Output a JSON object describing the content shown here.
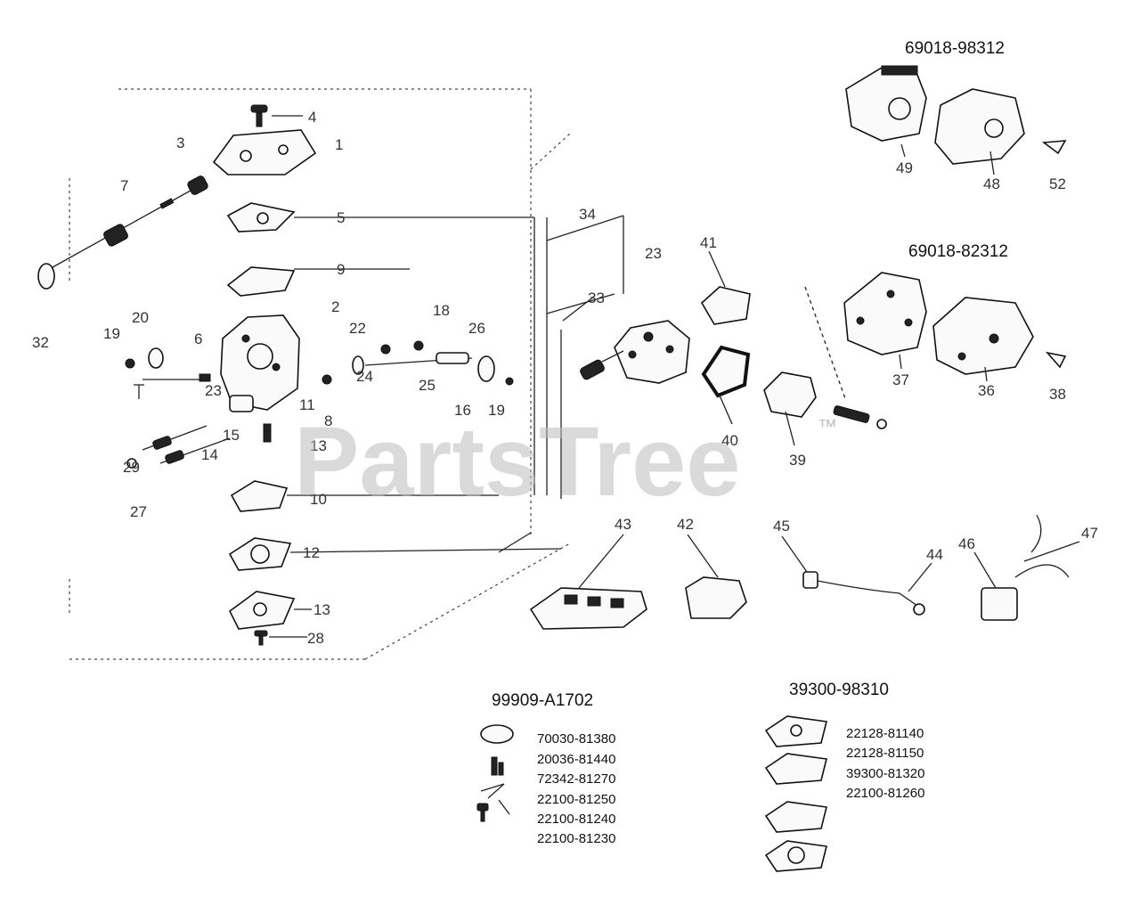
{
  "watermark": "PartsTree",
  "watermark_mark": "™",
  "kit_headers": {
    "upper_carb_kit": "69018-98312",
    "lower_carb_kit": "69018-82312",
    "repair_kit": "99909-A1702",
    "diaphragm_kit": "39300-98310"
  },
  "repair_kit_parts": [
    "70030-81380",
    "20036-81440",
    "72342-81270",
    "22100-81250",
    "22100-81240",
    "22100-81230"
  ],
  "diaphragm_kit_parts": [
    "22128-81140",
    "22128-81150",
    "39300-81320",
    "22100-81260"
  ],
  "callouts": {
    "c4": "4",
    "c3": "3",
    "c1": "1",
    "c7": "7",
    "c5": "5",
    "c9": "9",
    "c2": "2",
    "c32": "32",
    "c19a": "19",
    "c20": "20",
    "c6": "6",
    "c18": "18",
    "c22": "22",
    "c26": "26",
    "c24": "24",
    "c25": "25",
    "c23b": "23",
    "c16": "16",
    "c19b": "19",
    "c11": "11",
    "c8": "8",
    "c15": "15",
    "c14": "14",
    "c13": "13",
    "c29": "29",
    "c27": "27",
    "c10": "10",
    "c12": "12",
    "c13b": "13",
    "c28": "28",
    "c34": "34",
    "c23": "23",
    "c33": "33",
    "c41": "41",
    "c40": "40",
    "c39": "39",
    "c49": "49",
    "c48": "48",
    "c52": "52",
    "c37": "37",
    "c36": "36",
    "c38": "38",
    "c43": "43",
    "c42": "42",
    "c45": "45",
    "c44": "44",
    "c46": "46",
    "c47": "47"
  }
}
